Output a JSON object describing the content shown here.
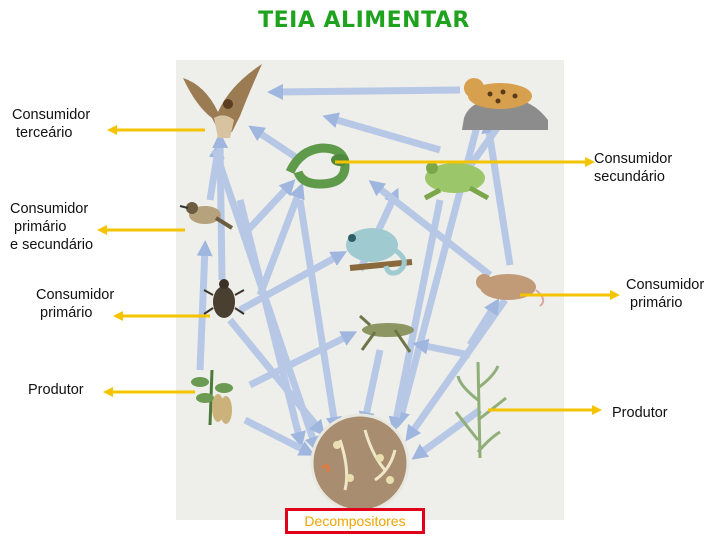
{
  "title": "TEIA ALIMENTAR",
  "labels": {
    "tertiary": "Consumidor\n terceário",
    "primary_secondary": "Consumidor\n primário\ne secundário",
    "primary_left": "Consumidor\n primário",
    "producer_left": "Produtor",
    "secondary_right": "Consumidor\nsecundário",
    "primary_right": "Consumidor\n primário",
    "producer_right": "Produtor",
    "decomposers": "Decompositores"
  },
  "colors": {
    "title": "#1fa31f",
    "pointer": "#f5c400",
    "flow_arrow": "#9fb6de",
    "decomposer_border": "#e0001a",
    "decomposer_text": "#f0a400"
  },
  "organisms": [
    "hawk-icon",
    "jaguar-icon",
    "snake-icon",
    "frog-icon",
    "bird-icon",
    "chameleon-icon",
    "rat-icon",
    "beetle-icon",
    "grasshopper-icon",
    "plant-icon",
    "grass-icon",
    "decomposer-soil-icon"
  ]
}
